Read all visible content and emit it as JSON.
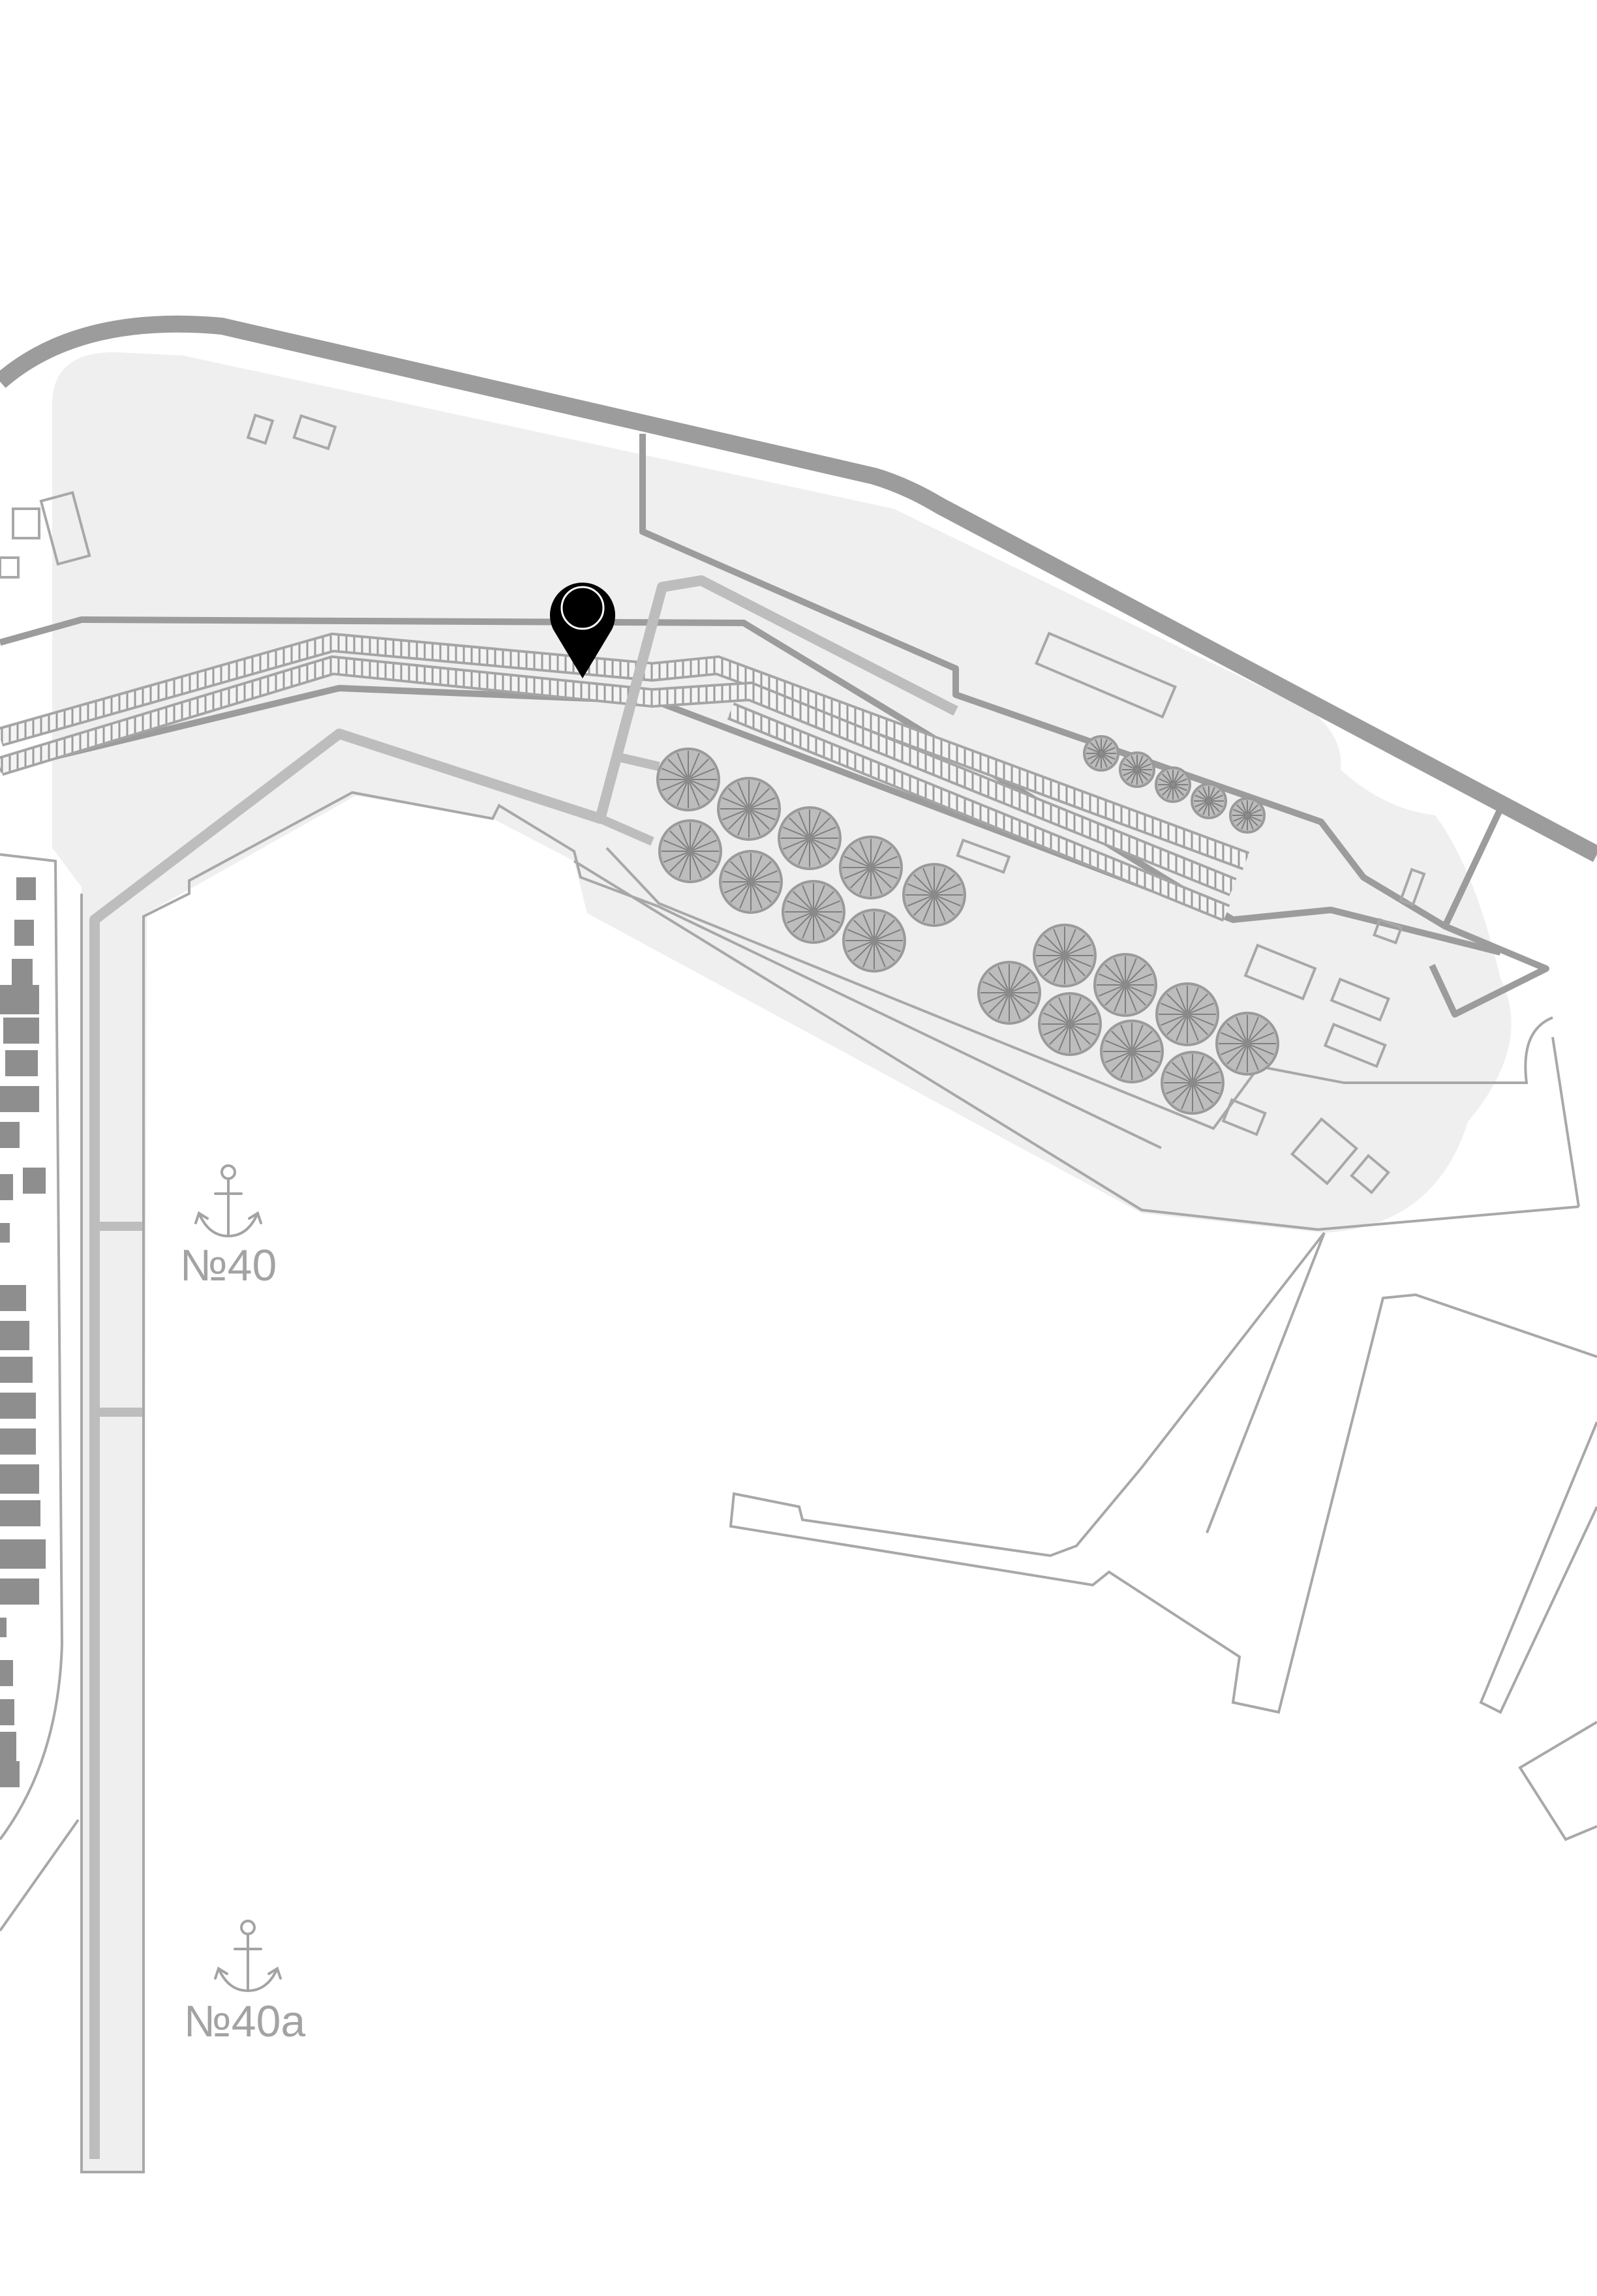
{
  "map": {
    "colors": {
      "background": "#ffffff",
      "terminal_area": "#efefef",
      "outline": "#a8a8a8",
      "road_main": "#9c9c9c",
      "road_inner": "#bdbdbd",
      "tank": "#9a9a9a",
      "marker": "#000000",
      "label": "#a3a3a3"
    },
    "berths": [
      {
        "id": "berth-40",
        "label": "№40"
      },
      {
        "id": "berth-40a",
        "label": "№40a"
      }
    ],
    "location_marker": {
      "icon": "map-pin-icon"
    },
    "berth_icon": "anchor-icon"
  }
}
